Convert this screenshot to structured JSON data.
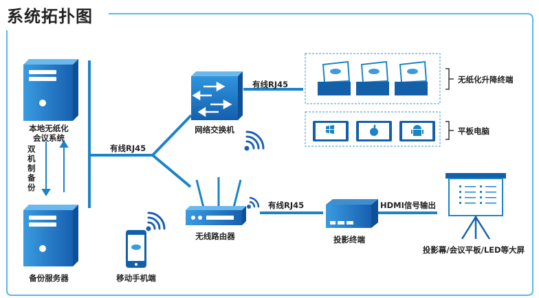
{
  "title": "系统拓扑图",
  "nodes": {
    "local_server": "本地无纸化\n会议系统",
    "backup_server": "备份服务器",
    "dual_backup": "双机制备份",
    "network_switch": "网络交换机",
    "wireless_router": "无线路由器",
    "mobile": "移动手机端",
    "projection_terminal": "投影终端",
    "lift_terminal": "无纸化升降终端",
    "tablet": "平板电脑",
    "screen": "投影幕/会议平板/LED等大屏"
  },
  "links": {
    "wired_left": "有线RJ45",
    "wired_switch": "有线RJ45",
    "wired_router": "有线RJ45",
    "hdmi": "HDMI信号输出"
  },
  "colors": {
    "accent": "#1a84c7",
    "dark_blue": "#1460a8",
    "frame": "#5bb6e6",
    "dashed": "#5aaad8"
  },
  "icons": {
    "tablet_os": [
      "windows-icon",
      "apple-icon",
      "android-icon"
    ]
  }
}
